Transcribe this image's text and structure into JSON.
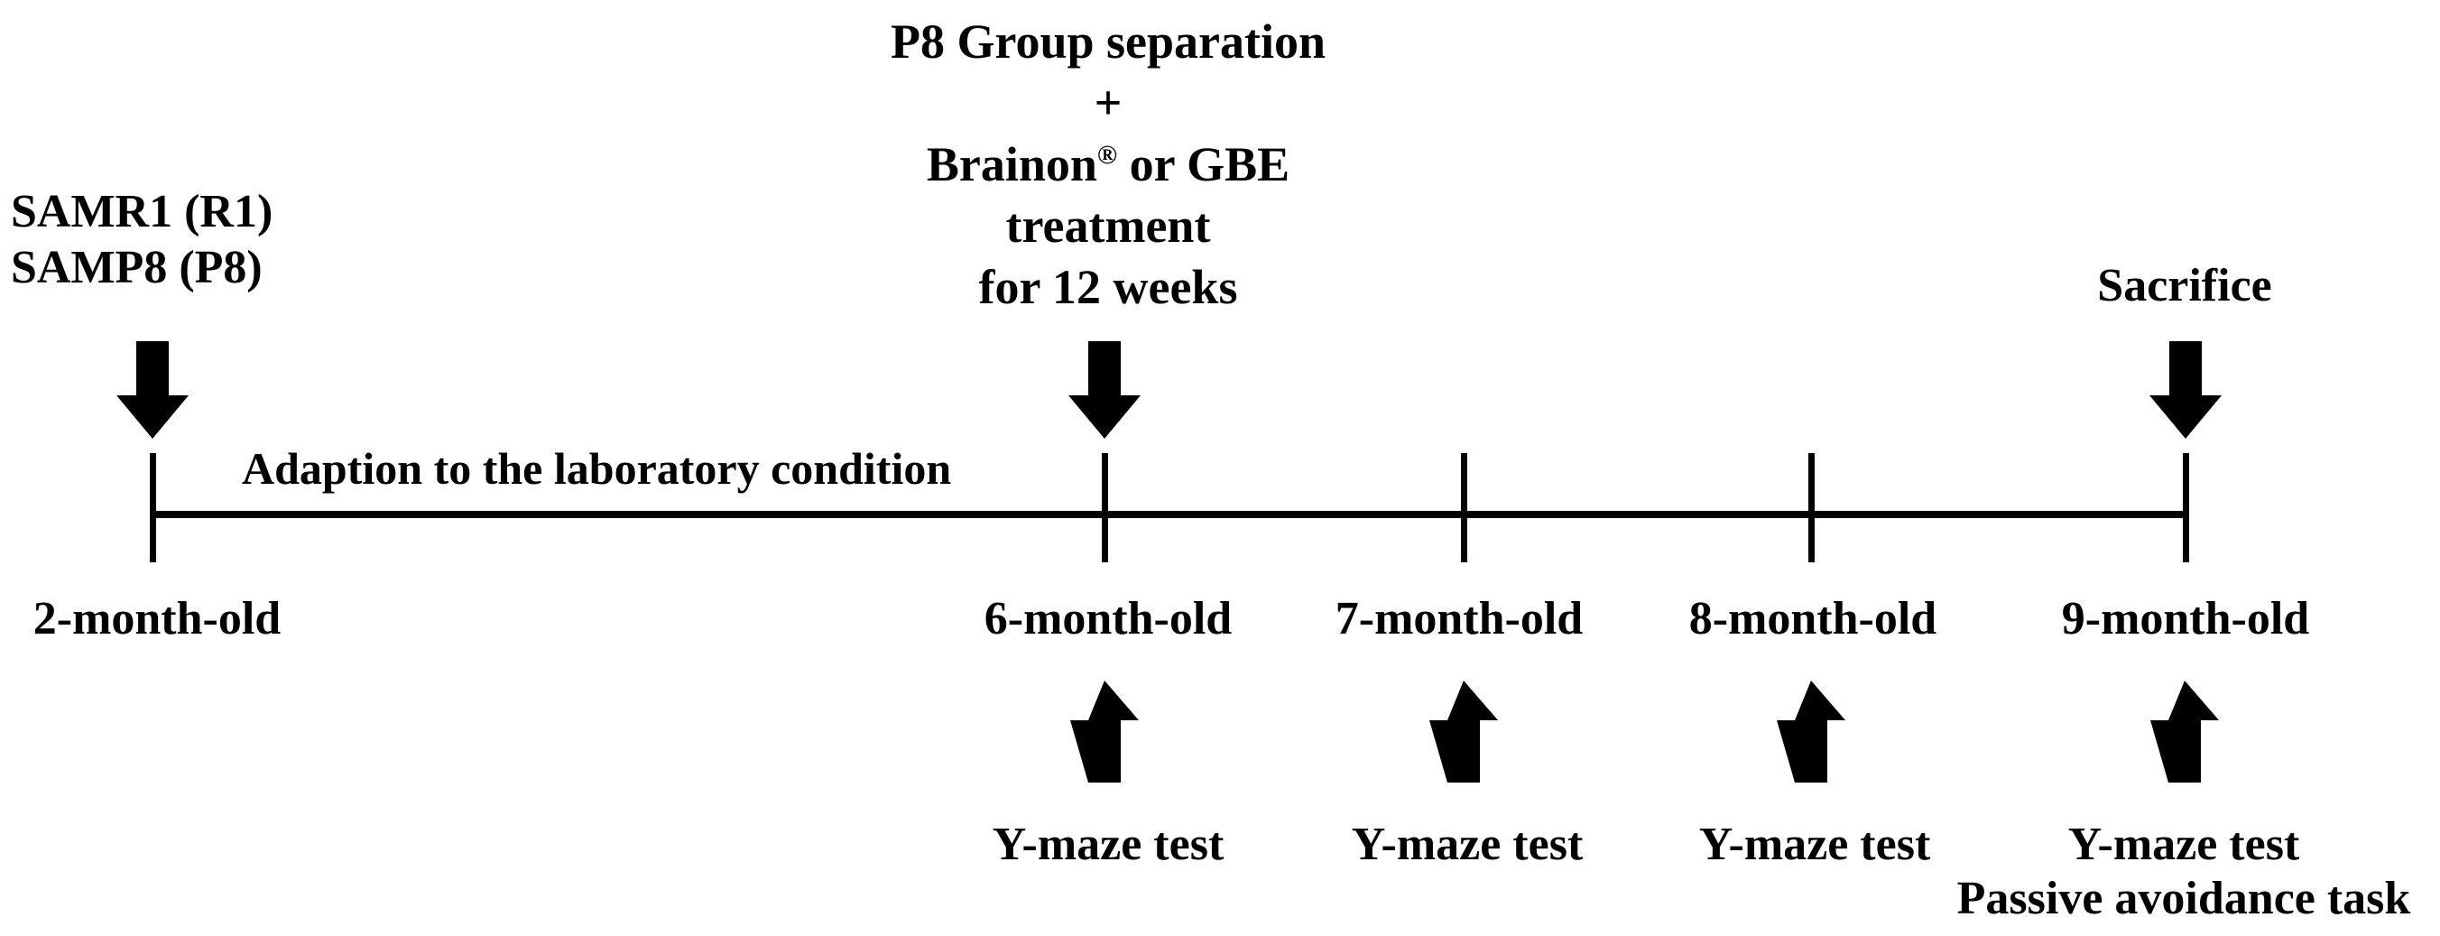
{
  "figure": {
    "background_color": "#ffffff",
    "ink_color": "#000000",
    "icons": {
      "down_arrow": "filled-down-arrow",
      "up_arrow": "filled-up-arrow"
    }
  },
  "subjects_label": {
    "line1": "SAMR1 (R1)",
    "line2": "SAMP8 (P8)"
  },
  "treatment_annotation": {
    "line1": "P8 Group separation",
    "line2": "+",
    "brand": "Brainon",
    "registered_mark": "®",
    "brand_suffix": " or GBE",
    "line4": "treatment",
    "line5": "for 12 weeks"
  },
  "sacrifice_label": "Sacrifice",
  "timeline": {
    "adaption_label": "Adaption to the laboratory condition",
    "ticks": [
      {
        "label": "2-month-old"
      },
      {
        "label": "6-month-old"
      },
      {
        "label": "7-month-old"
      },
      {
        "label": "8-month-old"
      },
      {
        "label": "9-month-old"
      }
    ]
  },
  "behavior_tests": [
    {
      "line1": "Y-maze test"
    },
    {
      "line1": "Y-maze test"
    },
    {
      "line1": "Y-maze test"
    },
    {
      "line1": "Y-maze test",
      "line2": "Passive avoidance task"
    }
  ]
}
